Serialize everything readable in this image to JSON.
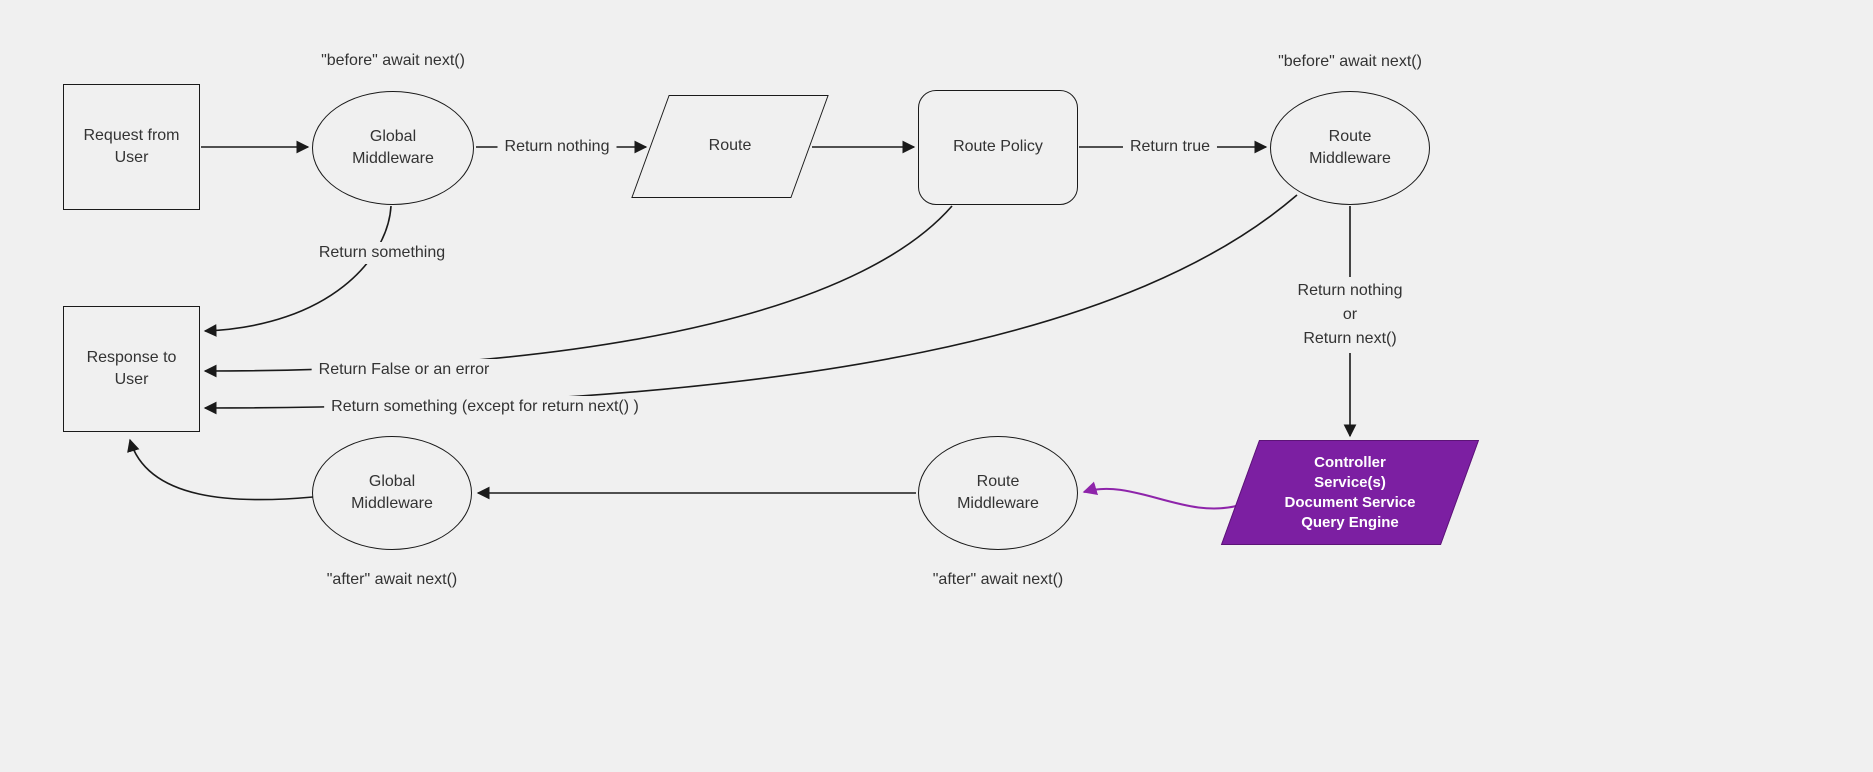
{
  "colors": {
    "background": "#f0f0f0",
    "node_fill": "#f0f0f0",
    "stroke": "#1a1a1a",
    "text": "#333333",
    "purple_fill": "#7c1fa2",
    "purple_stroke": "#5c1477",
    "purple_arrow": "#8e24aa",
    "purple_text": "#ffffff"
  },
  "diagram": {
    "nodes": {
      "request_from_user": {
        "label": "Request from User",
        "shape": "rectangle"
      },
      "global_middleware_top": {
        "label": "Global Middleware",
        "shape": "ellipse",
        "annotation": "\"before\" await next()"
      },
      "route": {
        "label": "Route",
        "shape": "parallelogram"
      },
      "route_policy": {
        "label": "Route Policy",
        "shape": "rounded-rectangle"
      },
      "route_middleware_top": {
        "label": "Route Middleware",
        "shape": "ellipse",
        "annotation": "\"before\" await next()"
      },
      "response_to_user": {
        "label": "Response to User",
        "shape": "rectangle"
      },
      "controller": {
        "lines": [
          "Controller",
          "Service(s)",
          "Document Service",
          "Query Engine"
        ],
        "shape": "parallelogram"
      },
      "route_middleware_bottom": {
        "label": "Route Middleware",
        "shape": "ellipse",
        "annotation": "\"after\" await next()"
      },
      "global_middleware_bottom": {
        "label": "Global Middleware",
        "shape": "ellipse",
        "annotation": "\"after\" await next()"
      }
    },
    "edge_labels": {
      "return_nothing": "Return nothing",
      "return_true": "Return true",
      "return_something": "Return something",
      "return_false_or_error": "Return False or an error",
      "return_something_except": "Return something (except for return next() )",
      "return_nothing_or_next": [
        "Return nothing",
        "or",
        "Return next()"
      ]
    }
  }
}
